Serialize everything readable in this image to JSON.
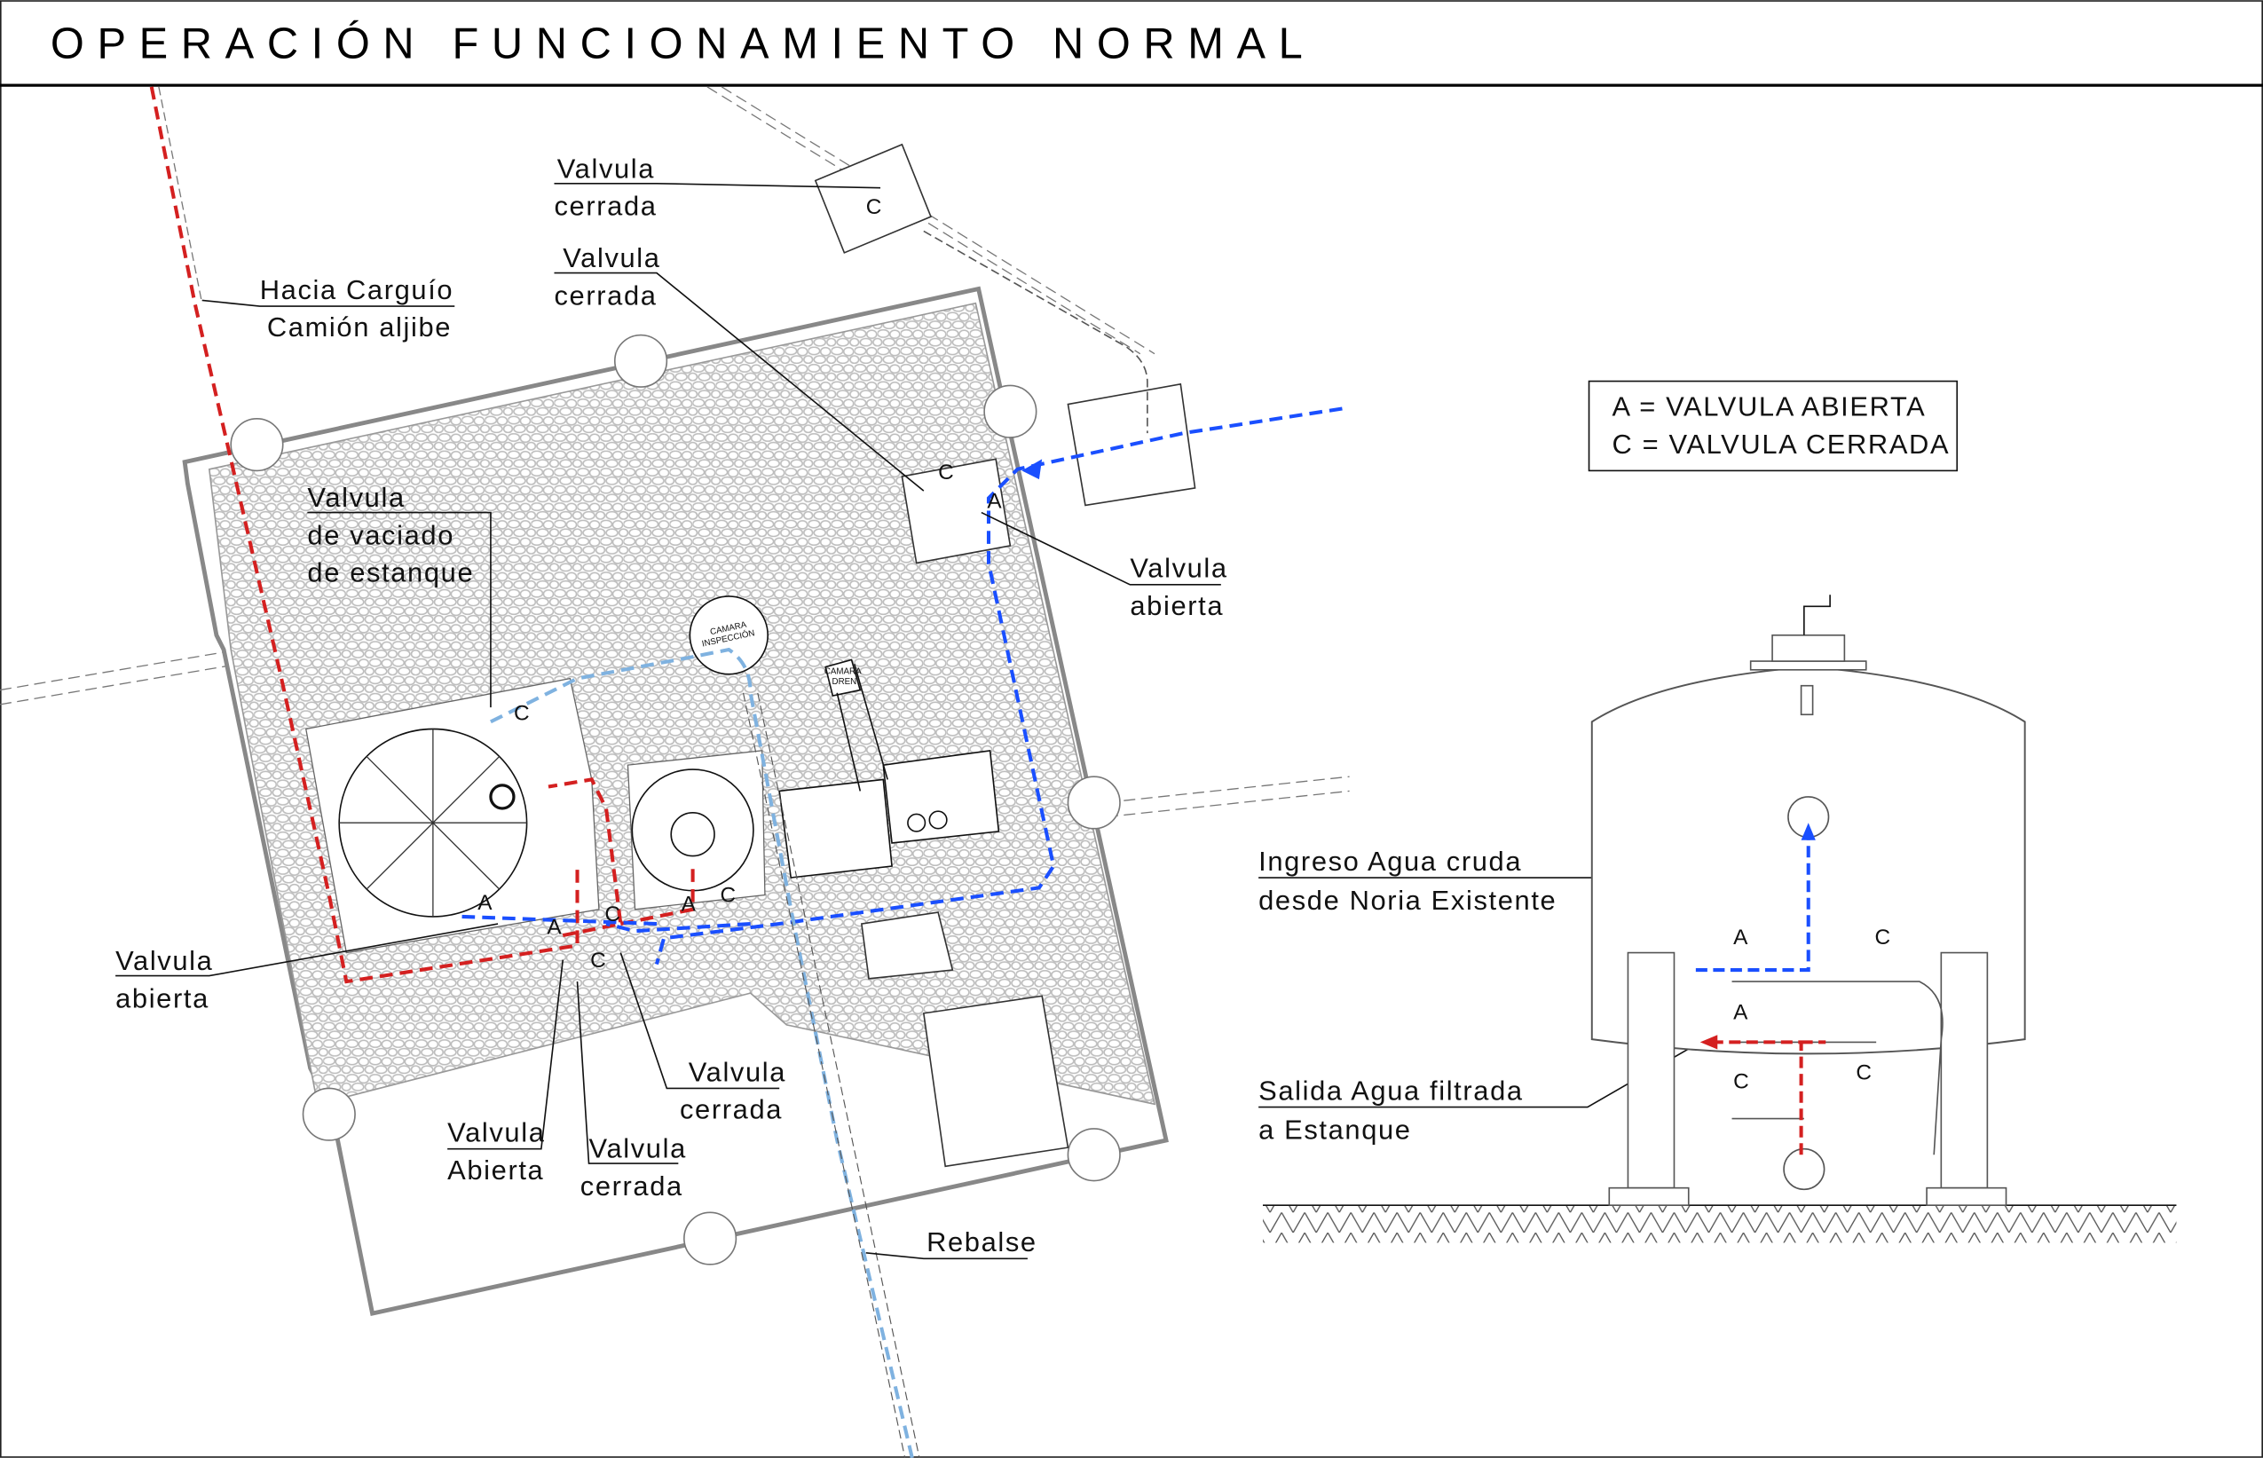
{
  "title": "OPERACIÓN FUNCIONAMIENTO NORMAL",
  "legend": {
    "line_a": "A  =  VALVULA ABIERTA",
    "line_c": "C  =  VALVULA CERRADA"
  },
  "labels": {
    "valve_top_closed": [
      "Valvula",
      "cerrada"
    ],
    "valve_entry_closed": [
      "Valvula",
      "cerrada"
    ],
    "truck_loading": [
      "Hacia Carguío",
      "Camión aljibe"
    ],
    "tank_drain_valve": [
      "Valvula",
      "de vaciado",
      "de estanque"
    ],
    "valve_entry_open": [
      "Valvula",
      "abierta"
    ],
    "valve_left_open": [
      "Valvula",
      "abierta"
    ],
    "valve_bottom_open": [
      "Valvula",
      "Abierta"
    ],
    "valve_bottom_closed": [
      "Valvula",
      "cerrada"
    ],
    "valve_mid_closed": [
      "Valvula",
      "cerrada"
    ],
    "overflow": "Rebalse",
    "raw_water_inlet": [
      "Ingreso Agua cruda",
      "desde Noria Existente"
    ],
    "filtered_outlet": [
      "Salida Agua filtrada",
      "a Estanque"
    ],
    "inspection_chamber": [
      "CAMARA",
      "INSPECCIÓN"
    ],
    "drain_chamber": [
      "CAMARA",
      "DREN"
    ]
  },
  "markers": {
    "plan": [
      "C",
      "C",
      "A",
      "C",
      "A",
      "A",
      "C",
      "C",
      "A",
      "C"
    ],
    "elevation": [
      "A",
      "C",
      "A",
      "C",
      "C"
    ]
  },
  "colors": {
    "filtered_water": "#d42020",
    "raw_water": "#1a4fff",
    "overflow": "#7fb2e0",
    "gravel": "#bdbdbd"
  }
}
